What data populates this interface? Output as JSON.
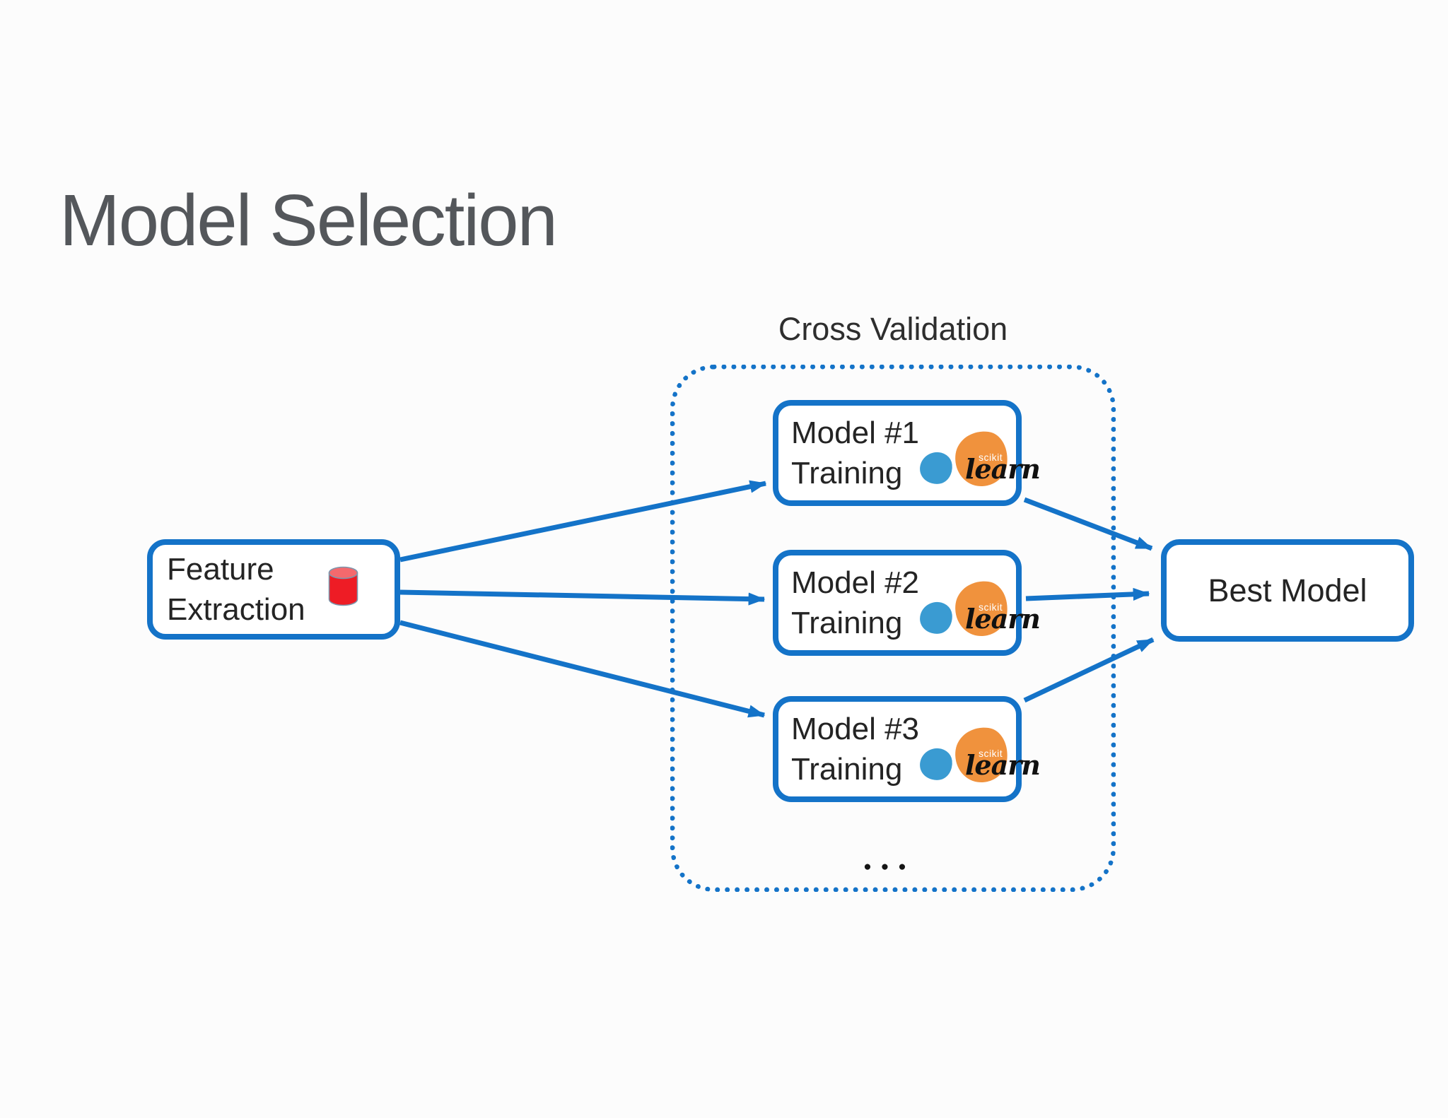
{
  "slide": {
    "title": "Model Selection"
  },
  "colors": {
    "accent_blue": "#1473c8",
    "logo_orange": "#f0923d",
    "logo_blue": "#3a9bd2",
    "title_gray": "#54575b",
    "text_dark": "#242424",
    "label_dark": "#2e2e2e",
    "db_red": "#ee1c25",
    "db_red_top": "#f4696d",
    "db_outline": "#7d97ad",
    "dots_black": "#151515"
  },
  "feature_extraction": {
    "line1": "Feature",
    "line2": "Extraction"
  },
  "cross_validation": {
    "label": "Cross Validation",
    "ellipsis": "●●●"
  },
  "models": [
    {
      "line1": "Model #1",
      "line2": "Training"
    },
    {
      "line1": "Model #2",
      "line2": "Training"
    },
    {
      "line1": "Model #3",
      "line2": "Training"
    }
  ],
  "best_model": {
    "label": "Best Model"
  },
  "sklearn_logo": {
    "scikit": "scikit",
    "learn": "learn"
  }
}
